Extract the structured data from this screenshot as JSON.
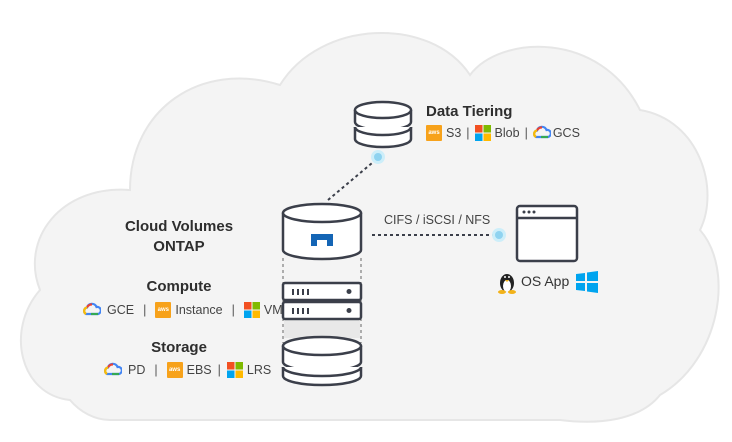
{
  "colors": {
    "cloud": "#f4f4f4",
    "cloud_edge": "#e2e2e2",
    "navy": "#3b3f4a",
    "accent_blue": "#1465b5",
    "node_glow": "#9fd8f2",
    "aws_orange": "#f7a21b",
    "ms_red": "#f25022",
    "ms_green": "#7fba00",
    "ms_blue": "#00a4ef",
    "ms_yellow": "#ffb900"
  },
  "data_tiering": {
    "title": "Data Tiering",
    "items": [
      {
        "icon": "aws-icon",
        "label": "S3"
      },
      {
        "icon": "microsoft-icon",
        "label": "Blob"
      },
      {
        "icon": "google-cloud-icon",
        "label": "GCS"
      }
    ],
    "sep": "|"
  },
  "cloud_volumes": {
    "title_line1": "Cloud Volumes",
    "title_line2": "ONTAP"
  },
  "compute": {
    "title": "Compute",
    "items": [
      {
        "icon": "google-cloud-icon",
        "label": "GCE"
      },
      {
        "icon": "aws-icon",
        "label": "Instance"
      },
      {
        "icon": "microsoft-icon",
        "label": "VM"
      }
    ],
    "sep": "|"
  },
  "storage": {
    "title": "Storage",
    "items": [
      {
        "icon": "google-cloud-icon",
        "label": "PD"
      },
      {
        "icon": "aws-icon",
        "label": "EBS"
      },
      {
        "icon": "microsoft-icon",
        "label": "LRS"
      }
    ],
    "sep": "|"
  },
  "protocols": "CIFS / iSCSI / NFS",
  "os_app": {
    "label": "OS App",
    "left_icon": "linux-tux-icon",
    "right_icon": "windows-icon"
  },
  "aws_text": "aws"
}
